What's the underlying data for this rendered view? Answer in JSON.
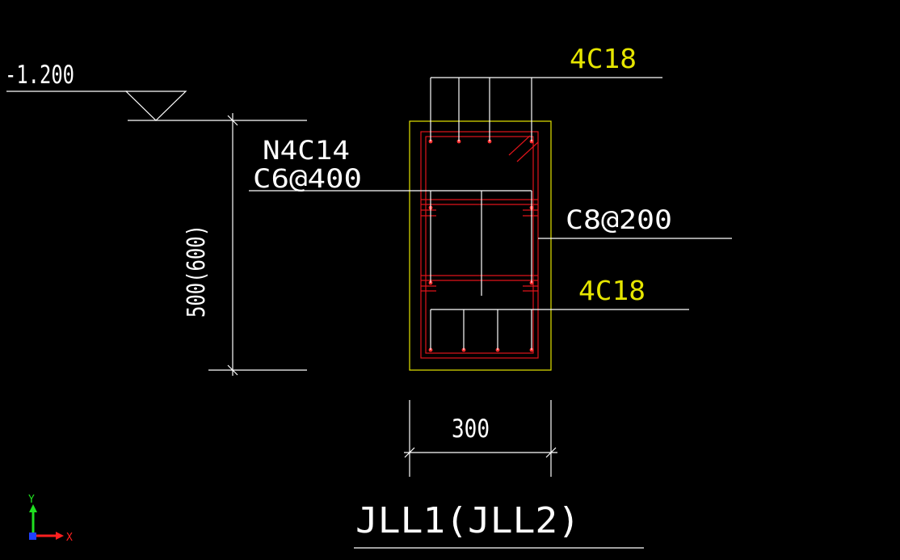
{
  "drawing": {
    "elevation_label": "-1.200",
    "top_rebar_label": "4C18",
    "side_rebar_label": "N4C14",
    "tie_label": "C6@400",
    "stirrup_label": "C8@200",
    "bottom_rebar_label": "4C18",
    "height_dimension": "500(600)",
    "width_dimension": "300",
    "section_title": "JLL1(JLL2)"
  },
  "ucs_icon": {
    "x_label": "X",
    "y_label": "Y"
  },
  "colors": {
    "background": "#000000",
    "linework": "#ffffff",
    "rebar": "#e0141a",
    "concrete_outline": "#e6e600",
    "highlight_text": "#e6e600",
    "axis_x": "#ff2020",
    "axis_y": "#20e020",
    "axis_z": "#2040ff"
  }
}
